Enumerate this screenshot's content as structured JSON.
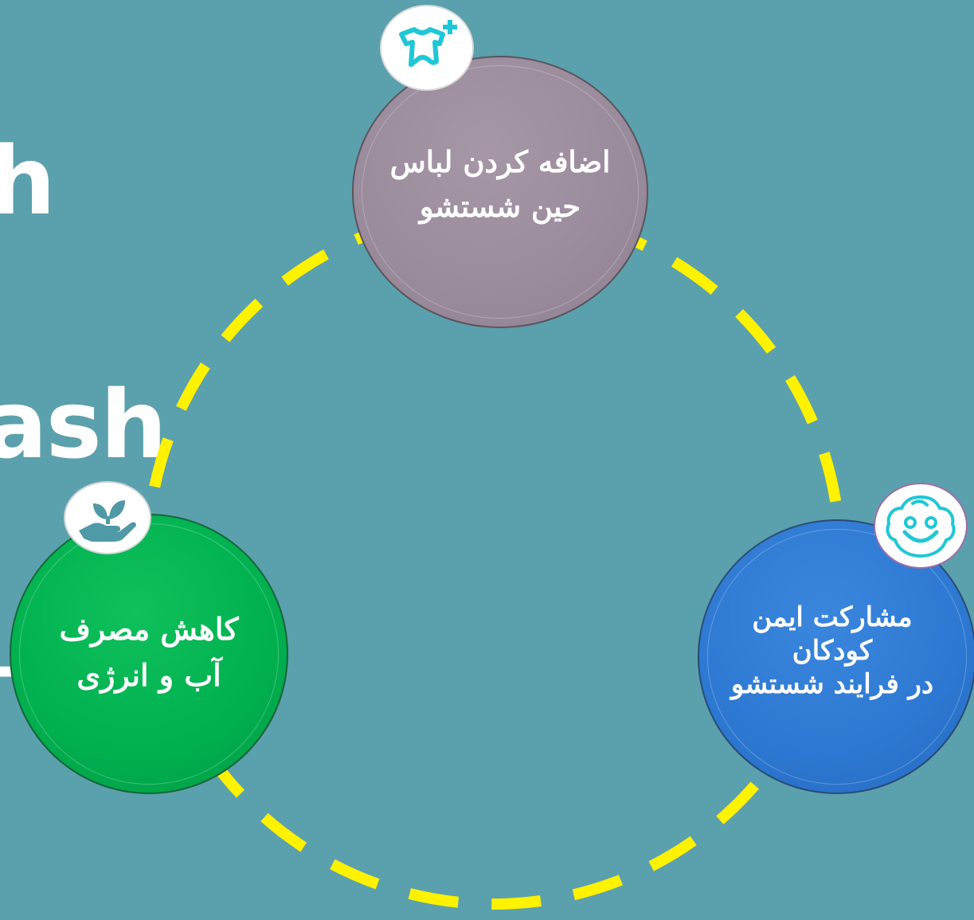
{
  "title_fragment": {
    "line1": "h",
    "line2": "ash",
    "line3": "-"
  },
  "colors": {
    "background": "#5ba0ad",
    "dashed_ring": "#fff200",
    "top_node": "#9a8b9c",
    "left_node": "#00b04f",
    "right_node": "#2d78d2",
    "icon_cyan": "#1fc7d6",
    "icon_teal": "#4f9aa6"
  },
  "nodes": {
    "top": {
      "line1": "اضافه کردن لباس",
      "line2": "حین شستشو",
      "icon": "shirt-plus-icon"
    },
    "left": {
      "line1": "کاهش مصرف",
      "line2": "آب و انرژی",
      "icon": "hand-sprout-icon"
    },
    "right": {
      "line1": "مشارکت ایمن",
      "line2": "کودکان",
      "line3": "در فرایند شستشو",
      "icon": "baby-face-icon"
    }
  }
}
